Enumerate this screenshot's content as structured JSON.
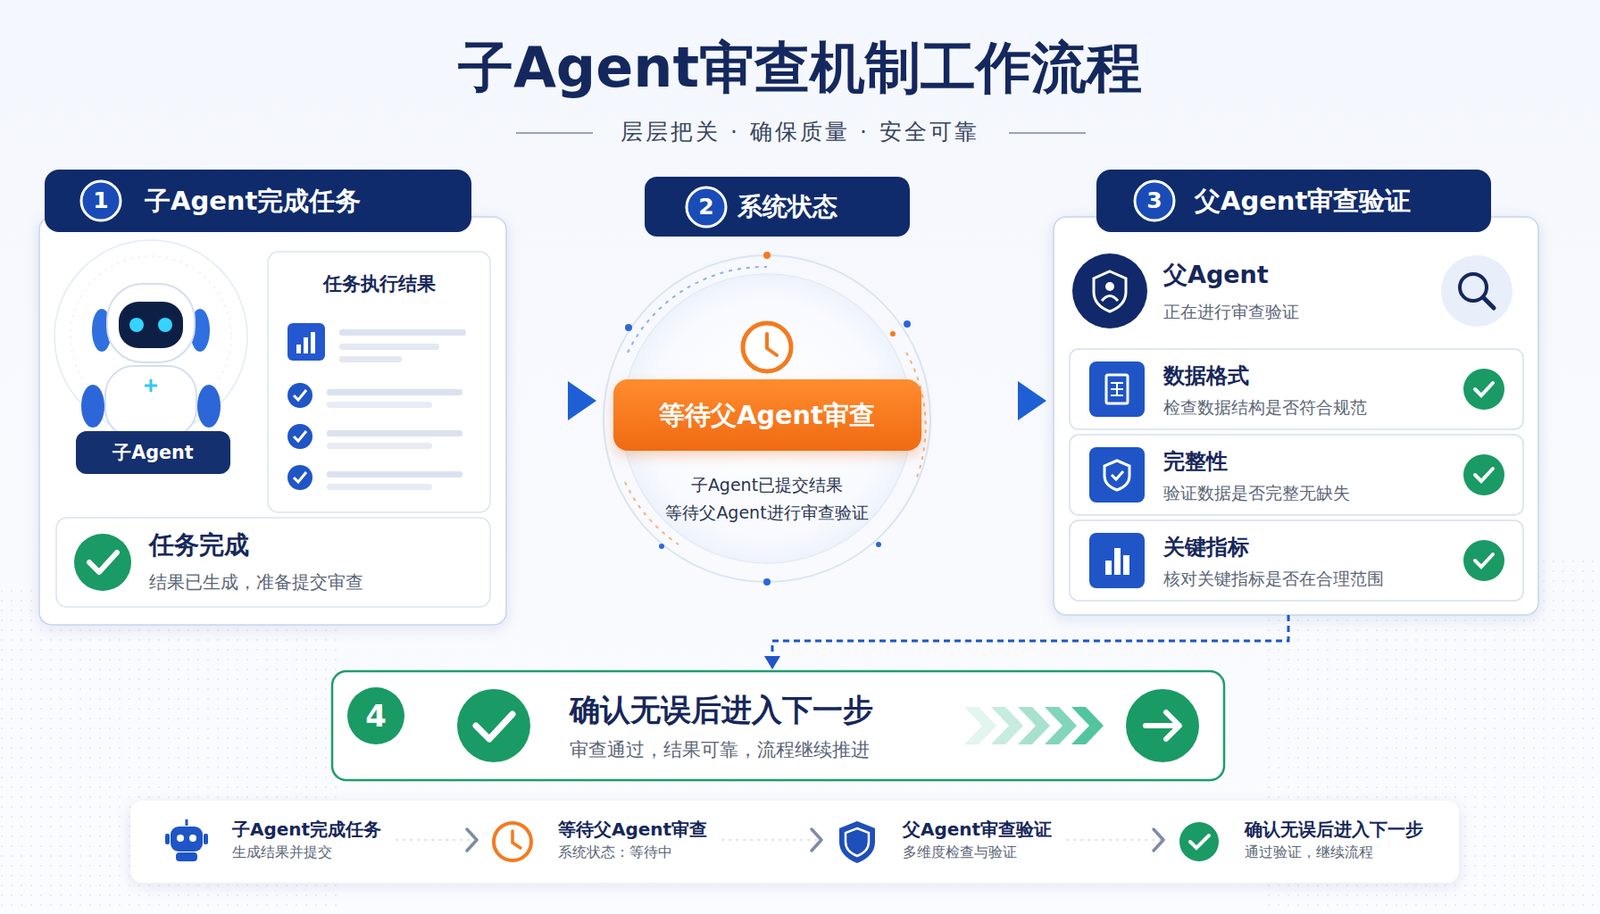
{
  "diagram": {
    "title": "子Agent审查机制工作流程",
    "nodes": [
      {
        "text": [
          "子Agent完成任务"
        ]
      },
      {
        "text": [
          "子Agent"
        ],
        "in": 0
      },
      {
        "text": [
          "任务执行结果"
        ],
        "in": 0
      },
      {
        "text": [
          "任务完成",
          "结果已生成，准备提交审查"
        ],
        "in": 0
      },
      {
        "text": [
          "系统状态",
          "子Agent已提交结果 等待父Agent进行审查验证"
        ]
      },
      {
        "text": [
          "等待父Agent审查"
        ],
        "in": 4
      },
      {
        "text": [
          "父Agent审查验证"
        ]
      },
      {
        "text": [
          "数据格式",
          "检查数据结构是否符合规范"
        ],
        "in": 6
      },
      {
        "text": [
          "完整性",
          "验证数据是否完整无缺失"
        ],
        "in": 6
      },
      {
        "text": [
          "关键指标",
          "核对关键指标是否在合理范围"
        ],
        "in": 6
      },
      {
        "text": [
          "确认无误后进入下一步",
          "审查通过，结果可靠，流程继续推进"
        ]
      },
      {
        "text": [
          "子Agent完成任务",
          "生成结果并提交"
        ]
      },
      {
        "text": [
          "等待父Agent审查",
          "系统状态：等待中"
        ]
      },
      {
        "text": [
          "父Agent审查验证",
          "多维度检查与验证"
        ]
      },
      {
        "text": [
          "确认无误后进入下一步",
          "通过验证，继续流程"
        ]
      }
    ],
    "edges": [
      {
        "from": 0,
        "to": 4,
        "arrow": "to"
      },
      {
        "from": 4,
        "to": 6,
        "arrow": "to"
      },
      {
        "from": 6,
        "to": 10,
        "arrow": "to"
      },
      {
        "from": 11,
        "to": 12,
        "arrow": "to"
      },
      {
        "from": 12,
        "to": 13,
        "arrow": "to"
      },
      {
        "from": 13,
        "to": 14,
        "arrow": "to"
      }
    ],
    "labels": [
      "层层把关 · 确保质量 · 安全可靠",
      "1",
      "2",
      "3",
      "父Agent",
      "正在进行审查验证",
      "4"
    ]
  }
}
